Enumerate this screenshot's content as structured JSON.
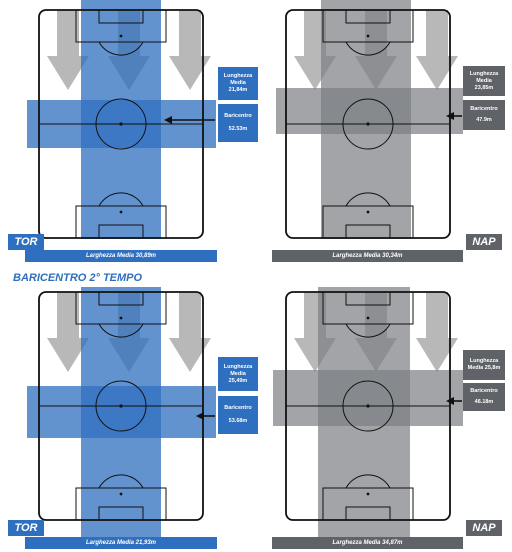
{
  "colors": {
    "tor": "#2f6fbf",
    "nap": "#5f6266",
    "arrow": "#b0b0b0"
  },
  "section_title": "BARICENTRO 2° TEMPO",
  "panels": {
    "p1": {
      "team": "TOR",
      "lunghezza_label": "Lunghezza Media",
      "lunghezza_value": "21,84m",
      "baricentro_label": "Baricentro",
      "baricentro_value": "52.53m",
      "larghezza": "Larghezza Media 30,89m"
    },
    "p2": {
      "team": "NAP",
      "lunghezza_label": "Lunghezza Media",
      "lunghezza_value": "23,85m",
      "baricentro_label": "Baricentro",
      "baricentro_value": "47.9m",
      "larghezza": "Larghezza Media 30,34m"
    },
    "p3": {
      "team": "TOR",
      "lunghezza_label": "Lunghezza Media",
      "lunghezza_value": "25,49m",
      "baricentro_label": "Baricentro",
      "baricentro_value": "53.68m",
      "larghezza": "Larghezza Media 21,93m"
    },
    "p4": {
      "team": "NAP",
      "lunghezza_label": "Lunghezza Media 25,8m",
      "lunghezza_value": "",
      "baricentro_label": "Baricentro",
      "baricentro_value": "46.18m",
      "larghezza": "Larghezza Media 34,87m"
    }
  }
}
